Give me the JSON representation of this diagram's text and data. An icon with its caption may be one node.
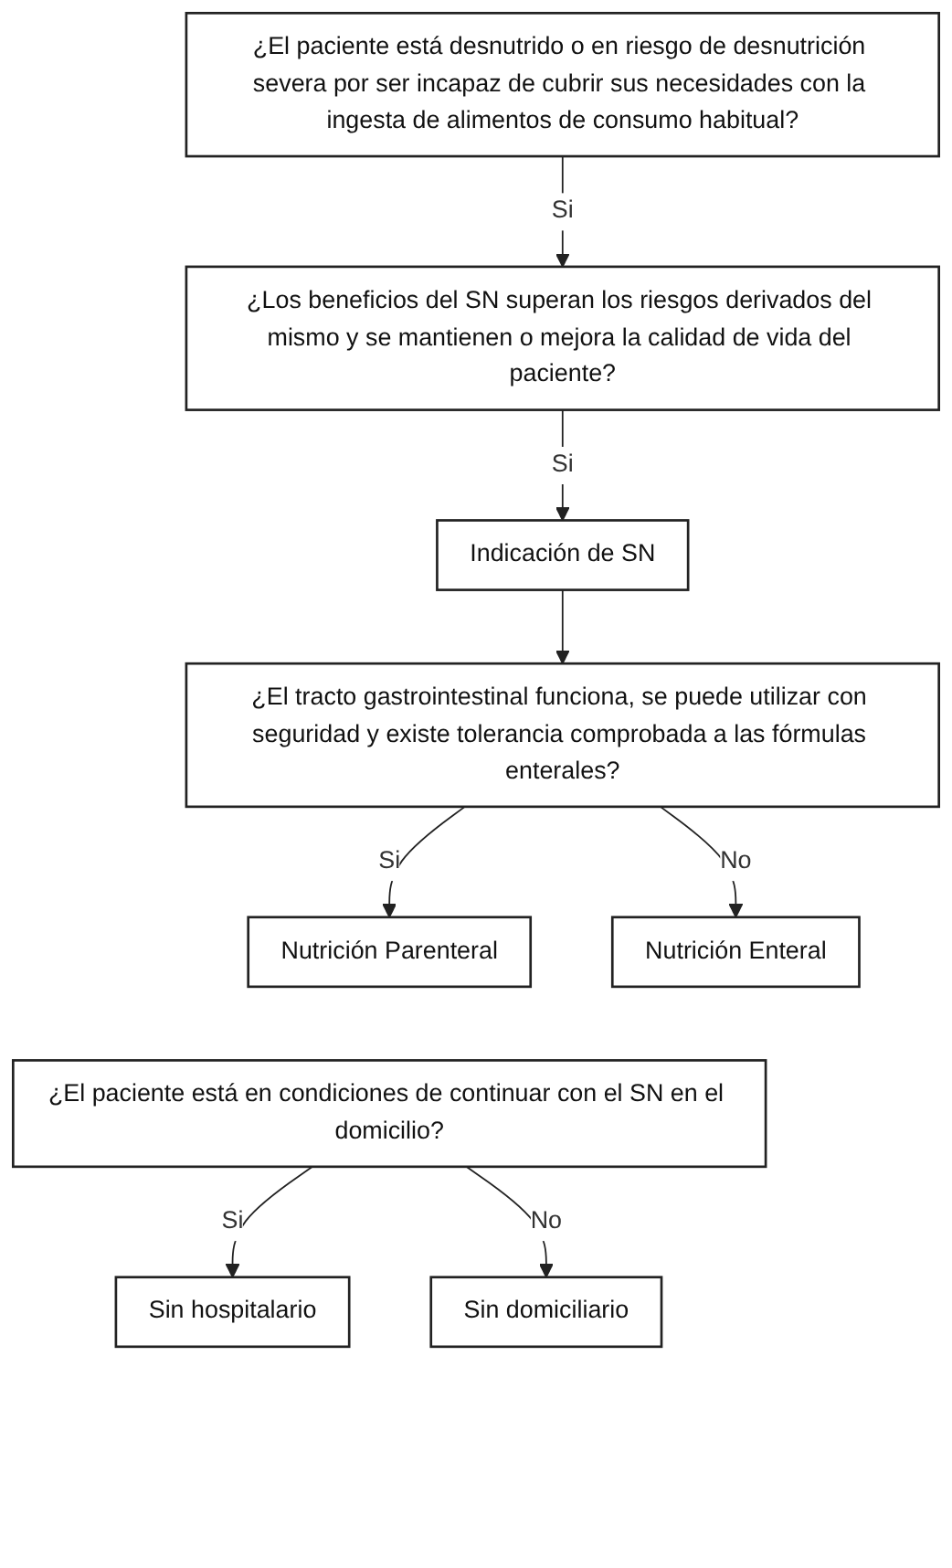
{
  "diagram": {
    "nodes": [
      {
        "text": [
          "¿El paciente está desnutrido o en riesgo de desnutrición severa por ser incapaz de cubrir sus necesidades con la ingesta de alimentos de consumo habitual?"
        ]
      },
      {
        "text": [
          "¿Los beneficios del SN superan los riesgos derivados del mismo y se mantienen o mejora la calidad de vida del paciente?"
        ]
      },
      {
        "text": [
          "Indicación de SN"
        ]
      },
      {
        "text": [
          "¿El tracto gastrointestinal funciona, se puede utilizar con seguridad y existe tolerancia comprobada a las fórmulas enterales?"
        ]
      },
      {
        "text": [
          "Nutrición Parenteral"
        ]
      },
      {
        "text": [
          "Nutrición Enteral"
        ]
      },
      {
        "text": [
          "¿El paciente está en condiciones de continuar con el SN en el domicilio?"
        ]
      },
      {
        "text": [
          "Sin hospitalario"
        ]
      },
      {
        "text": [
          "Sin domiciliario"
        ]
      }
    ],
    "edges": [
      {
        "from": 0,
        "to": 1,
        "arrow": "to",
        "label": "Si"
      },
      {
        "from": 1,
        "to": 2,
        "arrow": "to",
        "label": "Si"
      },
      {
        "from": 2,
        "to": 3,
        "arrow": "to"
      },
      {
        "from": 3,
        "to": 4,
        "arrow": "to",
        "label": "Si"
      },
      {
        "from": 3,
        "to": 5,
        "arrow": "to",
        "label": "No"
      },
      {
        "from": 6,
        "to": 7,
        "arrow": "to",
        "label": "Si"
      },
      {
        "from": 6,
        "to": 8,
        "arrow": "to",
        "label": "No"
      }
    ]
  }
}
